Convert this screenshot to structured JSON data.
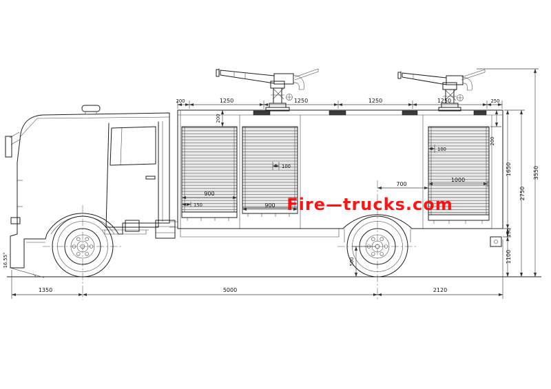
{
  "watermark": {
    "text": "Fire—trucks.com",
    "color": "#ff0000"
  },
  "dims": {
    "top": [
      "200",
      "1250",
      "1250",
      "1250",
      "1250",
      "250"
    ],
    "bottom": [
      "1350",
      "5000",
      "2120"
    ],
    "right": {
      "h1650": "1650",
      "h150": "150",
      "h1100": "1100",
      "h2750": "2750",
      "h3550": "3550",
      "offset200": "200"
    },
    "internal": {
      "c1_offset": "200",
      "c1_width": "900",
      "c1_inner": "150",
      "c2_inner": "100",
      "c2_width": "900",
      "c3_inner": "100",
      "c3_width": "1000",
      "axle_to_body": "700",
      "clearance": "500"
    },
    "front_approach_angle": "16.55°"
  }
}
